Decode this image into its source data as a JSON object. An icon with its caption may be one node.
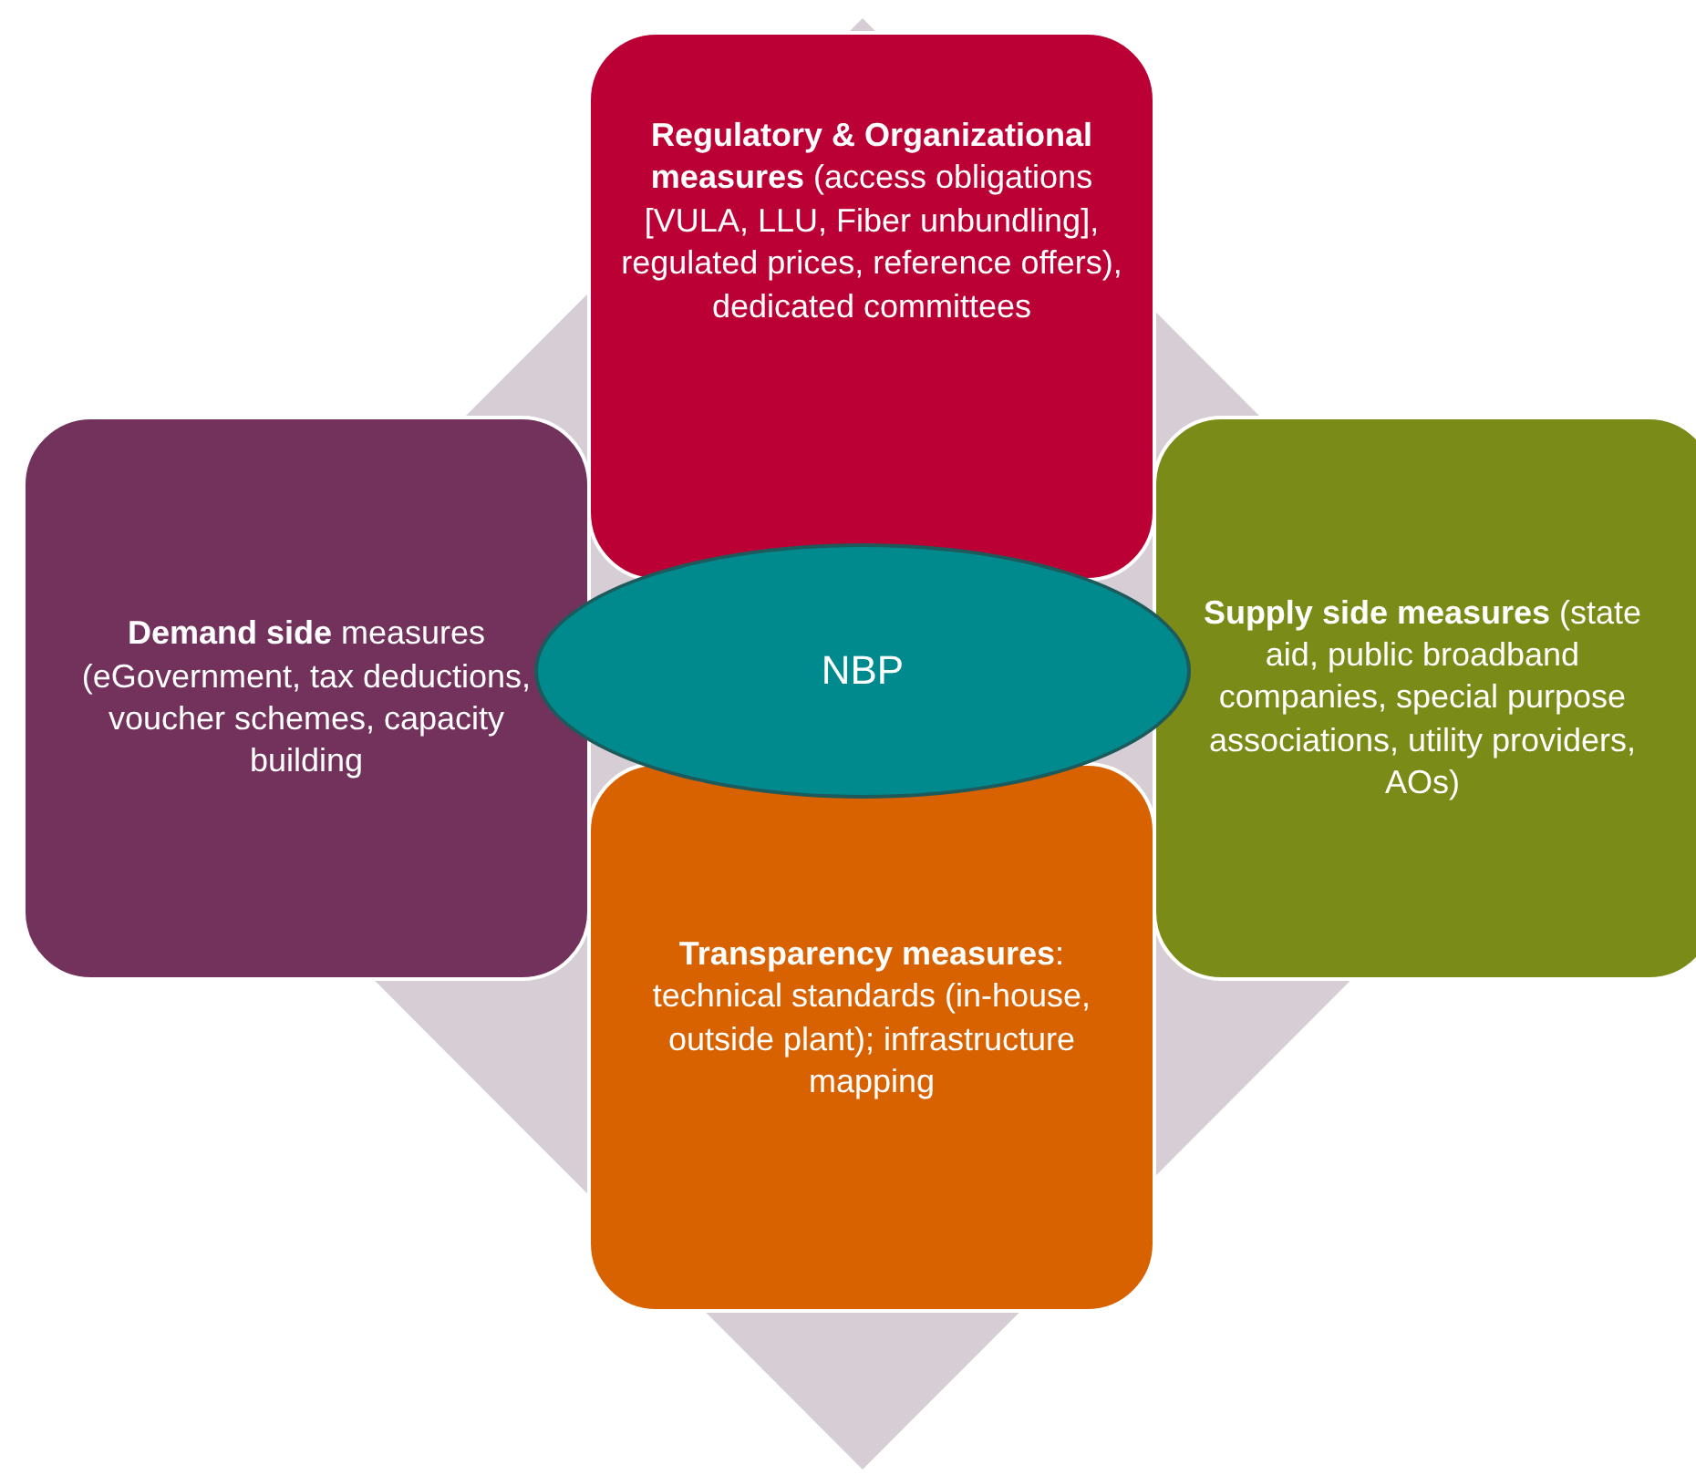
{
  "diagram": {
    "nodes": [
      {
        "text": [
          "**Regulatory & Organizational measures** (access obligations [VULA, LLU, Fiber unbundling], regulated prices, reference offers), dedicated committees"
        ]
      },
      {
        "text": [
          "**Demand side** measures (eGovernment, tax deductions, voucher schemes, capacity building"
        ]
      },
      {
        "text": [
          "NBP"
        ]
      },
      {
        "text": [
          "**Supply side measures** (state aid, public broadband companies, special purpose associations, utility providers, AOs)"
        ]
      },
      {
        "text": [
          "**Transparency measures**: technical standards (in-house, outside plant); infrastructure mapping"
        ]
      }
    ],
    "edges": []
  }
}
